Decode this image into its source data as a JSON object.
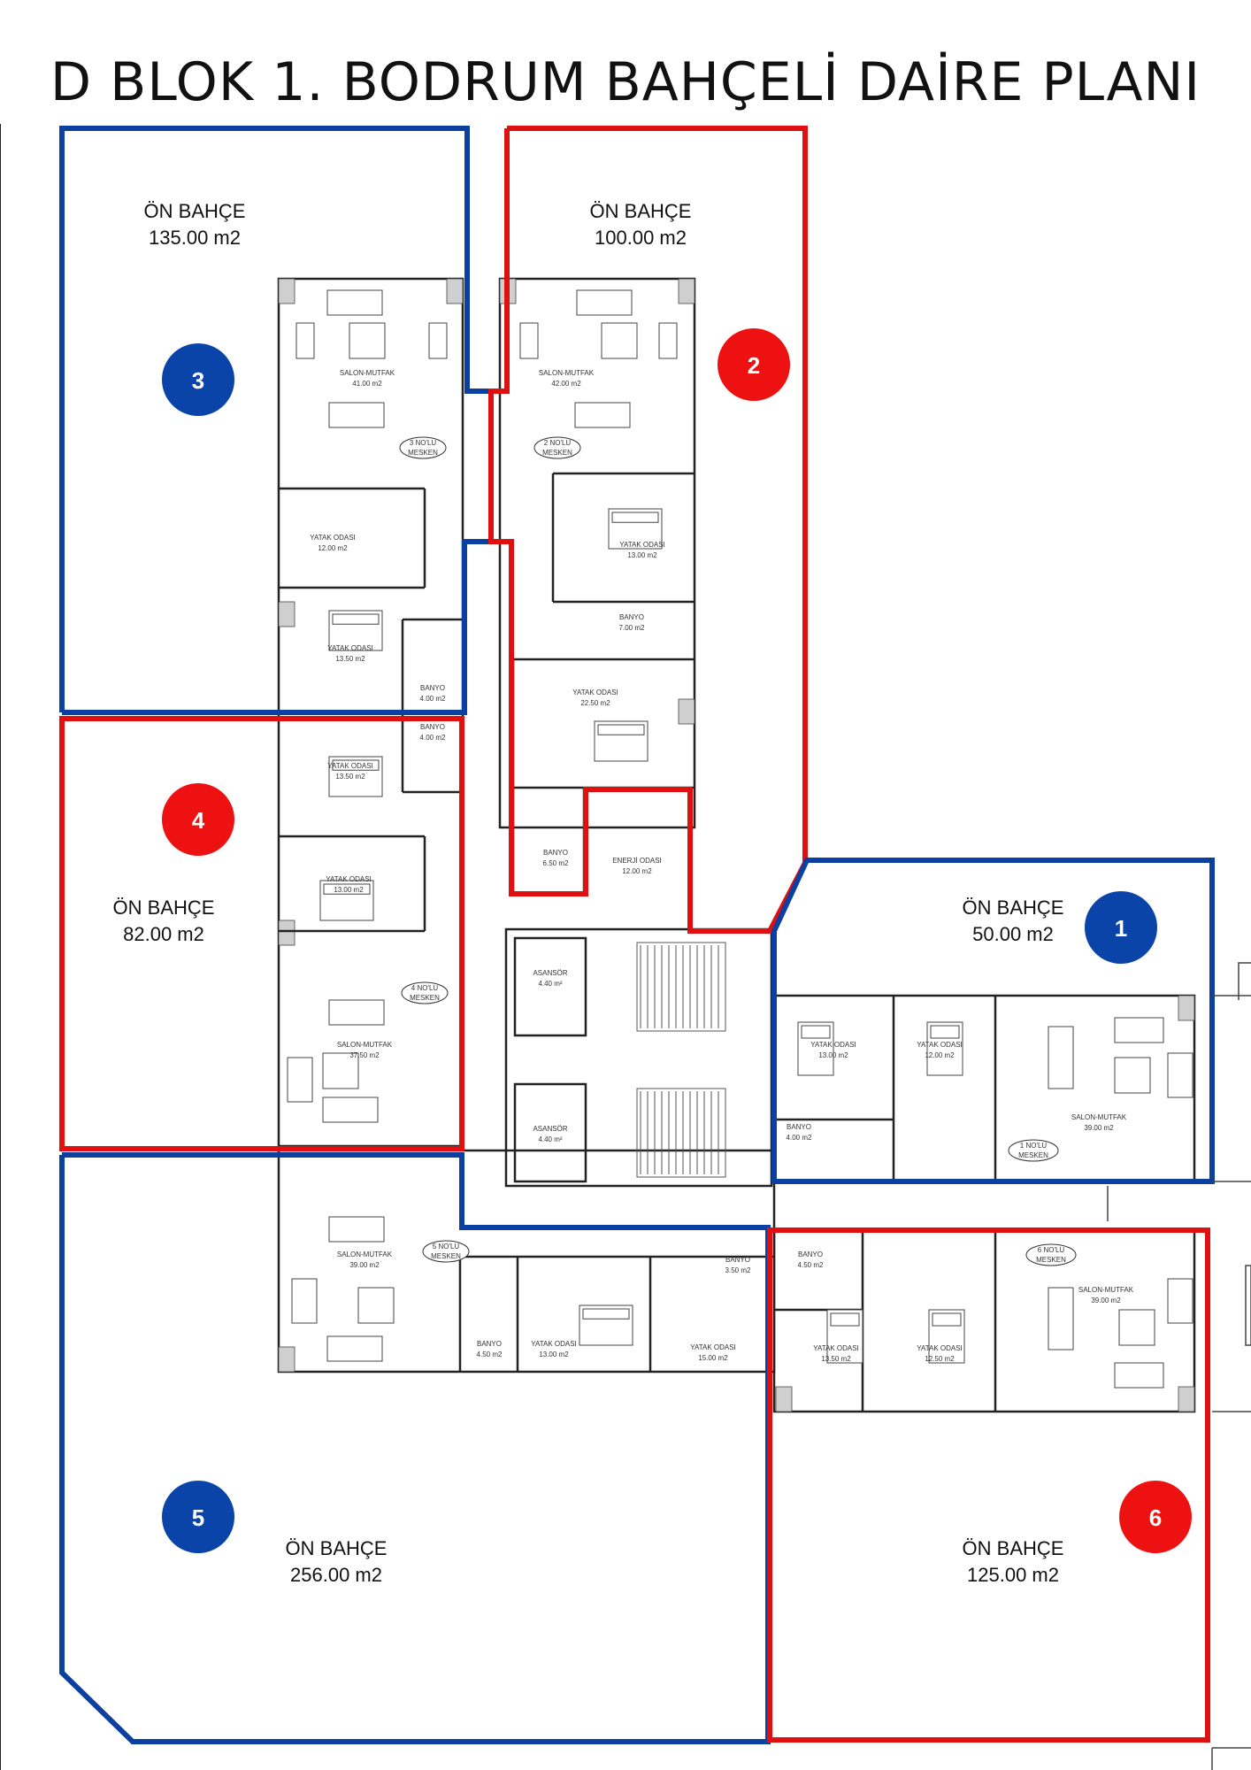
{
  "title": "D BLOK 1. BODRUM BAHÇELİ DAİRE PLANI",
  "colors": {
    "blue": "#0b3fa0",
    "red": "#e01010",
    "badge_blue": "#0a44a8",
    "badge_red": "#ee1111"
  },
  "units": [
    {
      "number": "1",
      "garden_label": "ÖN BAHÇE",
      "garden_area": "50.00 m2",
      "color": "blue"
    },
    {
      "number": "2",
      "garden_label": "ÖN BAHÇE",
      "garden_area": "100.00 m2",
      "color": "red"
    },
    {
      "number": "3",
      "garden_label": "ÖN BAHÇE",
      "garden_area": "135.00 m2",
      "color": "blue"
    },
    {
      "number": "4",
      "garden_label": "ÖN BAHÇE",
      "garden_area": "82.00 m2",
      "color": "red"
    },
    {
      "number": "5",
      "garden_label": "ÖN BAHÇE",
      "garden_area": "256.00 m2",
      "color": "blue"
    },
    {
      "number": "6",
      "garden_label": "ÖN BAHÇE",
      "garden_area": "125.00 m2",
      "color": "red"
    }
  ],
  "rooms": [
    {
      "name": "SALON-MUTFAK",
      "area": "41.00 m2"
    },
    {
      "name": "3 NO'LU",
      "area": "MESKEN"
    },
    {
      "name": "YATAK ODASI",
      "area": "12.00 m2"
    },
    {
      "name": "YATAK ODASI",
      "area": "13.50 m2"
    },
    {
      "name": "BANYO",
      "area": "4.00 m2"
    },
    {
      "name": "SALON-MUTFAK",
      "area": "42.00 m2"
    },
    {
      "name": "2 NO'LU",
      "area": "MESKEN"
    },
    {
      "name": "YATAK ODASI",
      "area": "13.00 m2"
    },
    {
      "name": "BANYO",
      "area": "7.00 m2"
    },
    {
      "name": "YATAK ODASI",
      "area": "22.50 m2"
    },
    {
      "name": "BANYO",
      "area": "6.50 m2"
    },
    {
      "name": "ENERJİ ODASI",
      "area": "12.00 m2"
    },
    {
      "name": "BANYO",
      "area": "4.00 m2"
    },
    {
      "name": "YATAK ODASI",
      "area": "13.50 m2"
    },
    {
      "name": "YATAK ODASI",
      "area": "13.00 m2"
    },
    {
      "name": "4 NO'LU",
      "area": "MESKEN"
    },
    {
      "name": "SALON-MUTFAK",
      "area": "37.50 m2"
    },
    {
      "name": "ASANSÖR",
      "area": "4.40 m²"
    },
    {
      "name": "ASANSÖR",
      "area": "4.40 m²"
    },
    {
      "name": "YATAK ODASI",
      "area": "13.00 m2"
    },
    {
      "name": "YATAK ODASI",
      "area": "12.00 m2"
    },
    {
      "name": "SALON-MUTFAK",
      "area": "39.00 m2"
    },
    {
      "name": "BANYO",
      "area": "4.00 m2"
    },
    {
      "name": "1 NO'LU",
      "area": "MESKEN"
    },
    {
      "name": "SALON-MUTFAK",
      "area": "39.00 m2"
    },
    {
      "name": "5 NO'LU",
      "area": "MESKEN"
    },
    {
      "name": "BANYO",
      "area": "3.50 m2"
    },
    {
      "name": "BANYO",
      "area": "4.50 m2"
    },
    {
      "name": "YATAK ODASI",
      "area": "13.00 m2"
    },
    {
      "name": "YATAK ODASI",
      "area": "15.00 m2"
    },
    {
      "name": "BANYO",
      "area": "4.50 m2"
    },
    {
      "name": "6 NO'LU",
      "area": "MESKEN"
    },
    {
      "name": "SALON-MUTFAK",
      "area": "39.00 m2"
    },
    {
      "name": "YATAK ODASI",
      "area": "13.50 m2"
    },
    {
      "name": "YATAK ODASI",
      "area": "12.50 m2"
    }
  ]
}
